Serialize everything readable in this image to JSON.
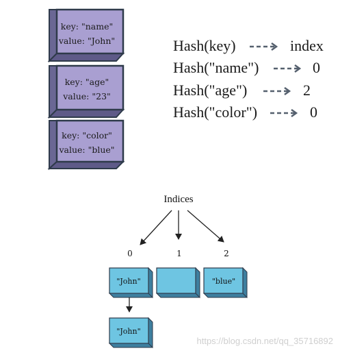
{
  "entries": [
    {
      "key_text": "key: \"name\"",
      "value_text": "value: \"John\""
    },
    {
      "key_text": "key: \"age\"",
      "value_text": "value: \"23\""
    },
    {
      "key_text": "key: \"color\"",
      "value_text": "value: \"blue\""
    }
  ],
  "hash_lines": [
    {
      "call": "Hash(key)",
      "result": "index"
    },
    {
      "call": "Hash(\"name\")",
      "result": "0"
    },
    {
      "call": "Hash(\"age\")",
      "result": "2"
    },
    {
      "call": "Hash(\"color\")",
      "result": "0"
    }
  ],
  "indices_label": "Indices",
  "index_labels": [
    "0",
    "1",
    "2"
  ],
  "buckets": [
    "\"John\"",
    "",
    "\"blue\""
  ],
  "chain_node": "\"John\"",
  "watermark": "https://blog.csdn.net/qq_35716892",
  "colors": {
    "entry_fill": "#a99fd1",
    "entry_side": "#6a6794",
    "bucket_fill": "#6ec5e2",
    "bucket_side": "#3e7f9f",
    "arrow": "#55606e"
  }
}
